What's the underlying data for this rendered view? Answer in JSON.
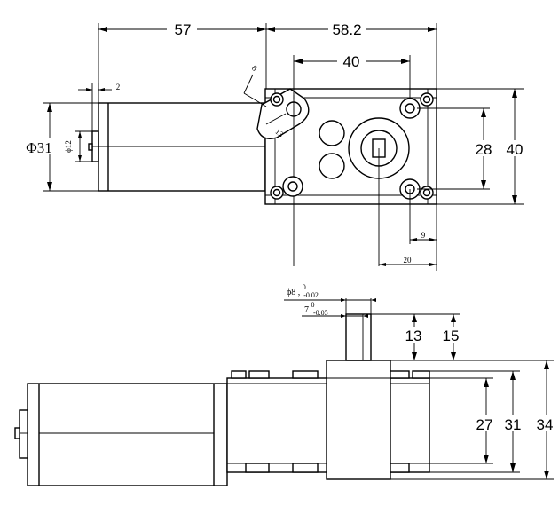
{
  "top_view": {
    "dims": {
      "overall_motor_length": "57",
      "gearbox_width": "58.2",
      "hole_spacing_x": "40",
      "hole_spacing_y": "28",
      "gearbox_height": "40",
      "shaft_to_edge": "20",
      "hole_to_edge": "9",
      "flange_thickness": "2",
      "motor_diameter": "Φ31",
      "flange_diameter": "ϕ12",
      "slot_width": "8",
      "slot_length": "13"
    }
  },
  "side_view": {
    "dims": {
      "shaft_diameter": "ϕ8",
      "shaft_diameter_tol": "0",
      "shaft_diameter_tol_lower": "-0.02",
      "flat_width": "7",
      "flat_width_tol": "0",
      "flat_width_tol_lower": "-0.05",
      "flat_length": "13",
      "shaft_length": "15",
      "h27": "27",
      "h31": "31",
      "h34": "34"
    }
  }
}
